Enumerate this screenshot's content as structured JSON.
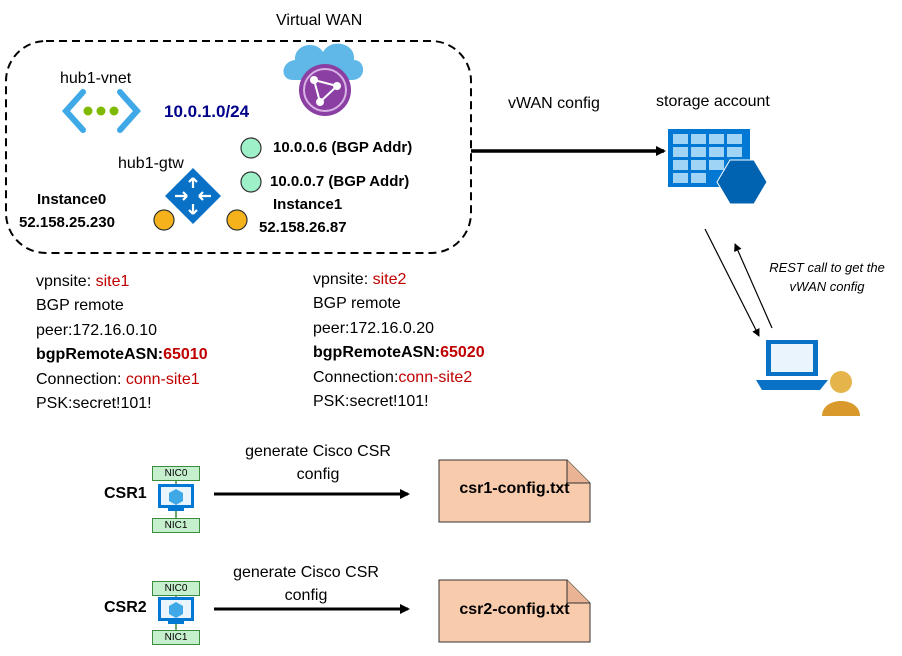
{
  "vwan": {
    "title": "Virtual WAN",
    "vnet_label": "hub1-vnet",
    "vnet_prefix": "10.0.1.0/24",
    "gtw_label": "hub1-gtw",
    "bgp_addr0": "10.0.0.6 (BGP Addr)",
    "bgp_addr1": "10.0.0.7 (BGP Addr)",
    "instance0_name": "Instance0",
    "instance0_ip": "52.158.25.230",
    "instance1_name": "Instance1",
    "instance1_ip": "52.158.26.87"
  },
  "flow": {
    "vwan_config_label": "vWAN config",
    "storage_label": "storage account",
    "rest_label_line1": "REST call to get the",
    "rest_label_line2": "vWAN config"
  },
  "site1": {
    "vpnsite_key": "vpnsite: ",
    "vpnsite_val": "site1",
    "bgp_line1": "BGP remote",
    "bgp_line2": "peer:172.16.0.10",
    "asn_key": "bgpRemoteASN:",
    "asn_val": "65010",
    "conn_key": "Connection: ",
    "conn_val": "conn-site1",
    "psk": "PSK:secret!101!"
  },
  "site2": {
    "vpnsite_key": "vpnsite: ",
    "vpnsite_val": "site2",
    "bgp_line1": "BGP remote",
    "bgp_line2": "peer:172.16.0.20",
    "asn_key": "bgpRemoteASN:",
    "asn_val": "65020",
    "conn_key": "Connection:",
    "conn_val": "conn-site2",
    "psk": "PSK:secret!101!"
  },
  "csr1": {
    "name": "CSR1",
    "nic0": "NIC0",
    "nic1": "NIC1",
    "gen_line1": "generate Cisco CSR",
    "gen_line2": "config",
    "file": "csr1-config.txt"
  },
  "csr2": {
    "name": "CSR2",
    "nic0": "NIC0",
    "nic1": "NIC1",
    "gen_line1": "generate Cisco CSR",
    "gen_line2": "config",
    "file": "csr2-config.txt"
  },
  "colors": {
    "azure_blue": "#0078d4",
    "vnet_green": "#7fba00",
    "orange": "#f5a623",
    "mint": "#9ef0c8",
    "file_fill": "#f8cbad",
    "site_red": "#c00000",
    "prefix_navy": "#00008b"
  }
}
